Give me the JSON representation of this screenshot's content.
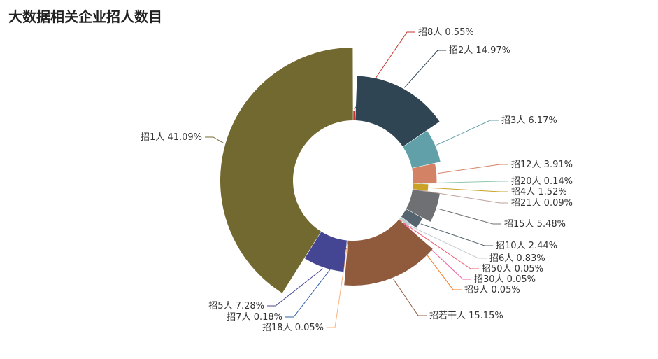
{
  "title": "大数据相关企业招人数目",
  "chart_data": {
    "type": "pie",
    "variant": "nightingale-rose-donut",
    "title": "大数据相关企业招人数目",
    "slices": [
      {
        "label": "招8人",
        "percent": "0.55%",
        "value": 0.55,
        "color": "#c23531"
      },
      {
        "label": "招2人",
        "percent": "14.97%",
        "value": 14.97,
        "color": "#2f4554"
      },
      {
        "label": "招3人",
        "percent": "6.17%",
        "value": 6.17,
        "color": "#61a0a8"
      },
      {
        "label": "招12人",
        "percent": "3.91%",
        "value": 3.91,
        "color": "#d48265"
      },
      {
        "label": "招20人",
        "percent": "0.14%",
        "value": 0.14,
        "color": "#91c7ae"
      },
      {
        "label": "招4人",
        "percent": "1.52%",
        "value": 1.52,
        "color": "#c9a227"
      },
      {
        "label": "招21人",
        "percent": "0.09%",
        "value": 0.09,
        "color": "#bda29a"
      },
      {
        "label": "招15人",
        "percent": "5.48%",
        "value": 5.48,
        "color": "#6e7074"
      },
      {
        "label": "招10人",
        "percent": "2.44%",
        "value": 2.44,
        "color": "#546570"
      },
      {
        "label": "招6人",
        "percent": "0.83%",
        "value": 0.83,
        "color": "#c4ccd3"
      },
      {
        "label": "招50人",
        "percent": "0.05%",
        "value": 0.05,
        "color": "#f05b72"
      },
      {
        "label": "招30人",
        "percent": "0.05%",
        "value": 0.05,
        "color": "#ef5b9c"
      },
      {
        "label": "招9人",
        "percent": "0.05%",
        "value": 0.05,
        "color": "#f47920"
      },
      {
        "label": "招若干人",
        "percent": "15.15%",
        "value": 15.15,
        "color": "#905a3d"
      },
      {
        "label": "招18人",
        "percent": "0.05%",
        "value": 0.05,
        "color": "#fab27b"
      },
      {
        "label": "招7人",
        "percent": "0.18%",
        "value": 0.18,
        "color": "#2a5caa"
      },
      {
        "label": "招5人",
        "percent": "7.28%",
        "value": 7.28,
        "color": "#444693"
      },
      {
        "label": "招1人",
        "percent": "41.09%",
        "value": 41.09,
        "color": "#726930"
      }
    ]
  }
}
